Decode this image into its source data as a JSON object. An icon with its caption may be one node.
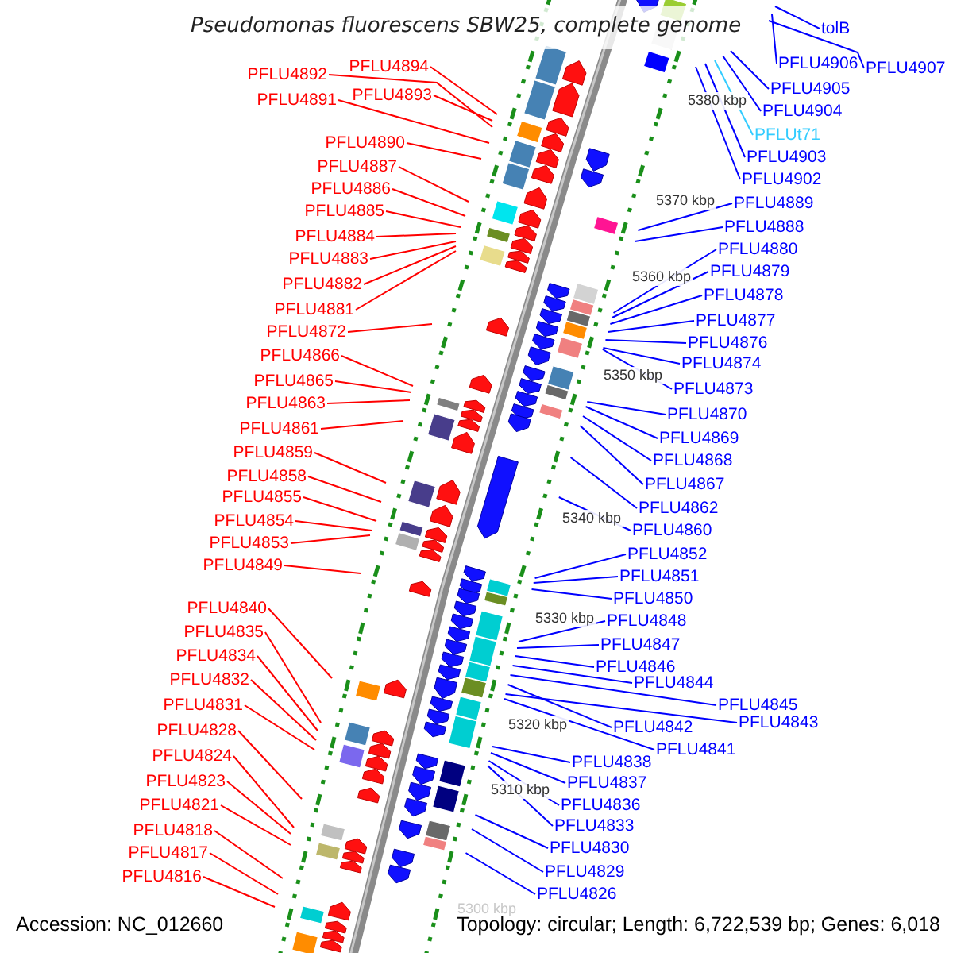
{
  "diagram": {
    "title": "Pseudomonas fluorescens SBW25, complete genome",
    "nodes": [
      {
        "text": [
          "PFLU4892"
        ]
      },
      {
        "text": [
          "PFLU4894"
        ]
      },
      {
        "text": [
          "PFLU4891"
        ]
      },
      {
        "text": [
          "PFLU4893"
        ]
      },
      {
        "text": [
          "PFLU4890"
        ]
      },
      {
        "text": [
          "PFLU4887"
        ]
      },
      {
        "text": [
          "PFLU4886"
        ]
      },
      {
        "text": [
          "PFLU4885"
        ]
      },
      {
        "text": [
          "PFLU4884"
        ]
      },
      {
        "text": [
          "PFLU4883"
        ]
      },
      {
        "text": [
          "PFLU4882"
        ]
      },
      {
        "text": [
          "PFLU4881"
        ]
      },
      {
        "text": [
          "PFLU4872"
        ]
      },
      {
        "text": [
          "PFLU4866"
        ]
      },
      {
        "text": [
          "PFLU4865"
        ]
      },
      {
        "text": [
          "PFLU4863"
        ]
      },
      {
        "text": [
          "PFLU4861"
        ]
      },
      {
        "text": [
          "PFLU4859"
        ]
      },
      {
        "text": [
          "PFLU4858"
        ]
      },
      {
        "text": [
          "PFLU4855"
        ]
      },
      {
        "text": [
          "PFLU4854"
        ]
      },
      {
        "text": [
          "PFLU4853"
        ]
      },
      {
        "text": [
          "PFLU4849"
        ]
      },
      {
        "text": [
          "PFLU4840"
        ]
      },
      {
        "text": [
          "PFLU4835"
        ]
      },
      {
        "text": [
          "PFLU4834"
        ]
      },
      {
        "text": [
          "PFLU4832"
        ]
      },
      {
        "text": [
          "PFLU4831"
        ]
      },
      {
        "text": [
          "PFLU4828"
        ]
      },
      {
        "text": [
          "PFLU4824"
        ]
      },
      {
        "text": [
          "PFLU4823"
        ]
      },
      {
        "text": [
          "PFLU4821"
        ]
      },
      {
        "text": [
          "PFLU4818"
        ]
      },
      {
        "text": [
          "PFLU4817"
        ]
      },
      {
        "text": [
          "PFLU4816"
        ]
      },
      {
        "text": [
          "tolB"
        ]
      },
      {
        "text": [
          "PFLU4906"
        ]
      },
      {
        "text": [
          "PFLU4907"
        ]
      },
      {
        "text": [
          "PFLU4905"
        ]
      },
      {
        "text": [
          "PFLU4904"
        ]
      },
      {
        "text": [
          "PFLUt71"
        ]
      },
      {
        "text": [
          "PFLU4903"
        ]
      },
      {
        "text": [
          "PFLU4902"
        ]
      },
      {
        "text": [
          "PFLU4889"
        ]
      },
      {
        "text": [
          "PFLU4888"
        ]
      },
      {
        "text": [
          "PFLU4880"
        ]
      },
      {
        "text": [
          "PFLU4879"
        ]
      },
      {
        "text": [
          "PFLU4878"
        ]
      },
      {
        "text": [
          "PFLU4877"
        ]
      },
      {
        "text": [
          "PFLU4876"
        ]
      },
      {
        "text": [
          "PFLU4874"
        ]
      },
      {
        "text": [
          "PFLU4873"
        ]
      },
      {
        "text": [
          "PFLU4870"
        ]
      },
      {
        "text": [
          "PFLU4869"
        ]
      },
      {
        "text": [
          "PFLU4868"
        ]
      },
      {
        "text": [
          "PFLU4867"
        ]
      },
      {
        "text": [
          "PFLU4862"
        ]
      },
      {
        "text": [
          "PFLU4860"
        ]
      },
      {
        "text": [
          "PFLU4852"
        ]
      },
      {
        "text": [
          "PFLU4851"
        ]
      },
      {
        "text": [
          "PFLU4850"
        ]
      },
      {
        "text": [
          "PFLU4848"
        ]
      },
      {
        "text": [
          "PFLU4847"
        ]
      },
      {
        "text": [
          "PFLU4846"
        ]
      },
      {
        "text": [
          "PFLU4844"
        ]
      },
      {
        "text": [
          "PFLU4845"
        ]
      },
      {
        "text": [
          "PFLU4842"
        ]
      },
      {
        "text": [
          "PFLU4843"
        ]
      },
      {
        "text": [
          "PFLU4838"
        ]
      },
      {
        "text": [
          "PFLU4841"
        ]
      },
      {
        "text": [
          "PFLU4837"
        ]
      },
      {
        "text": [
          "PFLU4836"
        ]
      },
      {
        "text": [
          "PFLU4833"
        ]
      },
      {
        "text": [
          "PFLU4830"
        ]
      },
      {
        "text": [
          "PFLU4829"
        ]
      },
      {
        "text": [
          "PFLU4826"
        ]
      }
    ],
    "edges": [
      {
        "from": 0,
        "to": null,
        "arrow": "none",
        "color": "#ff0000"
      },
      {
        "from": 1,
        "to": null,
        "arrow": "none",
        "color": "#ff0000"
      },
      {
        "from": 2,
        "to": null,
        "arrow": "none",
        "color": "#ff0000"
      },
      {
        "from": 3,
        "to": null,
        "arrow": "none",
        "color": "#ff0000"
      },
      {
        "from": 4,
        "to": null,
        "arrow": "none",
        "color": "#ff0000"
      },
      {
        "from": 5,
        "to": null,
        "arrow": "none",
        "color": "#ff0000"
      },
      {
        "from": 6,
        "to": null,
        "arrow": "none",
        "color": "#ff0000"
      },
      {
        "from": 7,
        "to": null,
        "arrow": "none",
        "color": "#ff0000"
      },
      {
        "from": 8,
        "to": null,
        "arrow": "none",
        "color": "#ff0000"
      },
      {
        "from": 9,
        "to": null,
        "arrow": "none",
        "color": "#ff0000"
      },
      {
        "from": 10,
        "to": null,
        "arrow": "none",
        "color": "#ff0000"
      },
      {
        "from": 11,
        "to": null,
        "arrow": "none",
        "color": "#ff0000"
      },
      {
        "from": 12,
        "to": null,
        "arrow": "none",
        "color": "#ff0000"
      },
      {
        "from": 13,
        "to": null,
        "arrow": "none",
        "color": "#ff0000"
      },
      {
        "from": 14,
        "to": null,
        "arrow": "none",
        "color": "#ff0000"
      },
      {
        "from": 15,
        "to": null,
        "arrow": "none",
        "color": "#ff0000"
      },
      {
        "from": 16,
        "to": null,
        "arrow": "none",
        "color": "#ff0000"
      },
      {
        "from": 17,
        "to": null,
        "arrow": "none",
        "color": "#ff0000"
      },
      {
        "from": 18,
        "to": null,
        "arrow": "none",
        "color": "#ff0000"
      },
      {
        "from": 19,
        "to": null,
        "arrow": "none",
        "color": "#ff0000"
      },
      {
        "from": 20,
        "to": null,
        "arrow": "none",
        "color": "#ff0000"
      },
      {
        "from": 21,
        "to": null,
        "arrow": "none",
        "color": "#ff0000"
      },
      {
        "from": 22,
        "to": null,
        "arrow": "none",
        "color": "#ff0000"
      },
      {
        "from": 23,
        "to": null,
        "arrow": "none",
        "color": "#ff0000"
      },
      {
        "from": 24,
        "to": null,
        "arrow": "none",
        "color": "#ff0000"
      },
      {
        "from": 25,
        "to": null,
        "arrow": "none",
        "color": "#ff0000"
      },
      {
        "from": 26,
        "to": null,
        "arrow": "none",
        "color": "#ff0000"
      },
      {
        "from": 27,
        "to": null,
        "arrow": "none",
        "color": "#ff0000"
      },
      {
        "from": 28,
        "to": null,
        "arrow": "none",
        "color": "#ff0000"
      },
      {
        "from": 29,
        "to": null,
        "arrow": "none",
        "color": "#ff0000"
      },
      {
        "from": 30,
        "to": null,
        "arrow": "none",
        "color": "#ff0000"
      },
      {
        "from": 31,
        "to": null,
        "arrow": "none",
        "color": "#ff0000"
      },
      {
        "from": 32,
        "to": null,
        "arrow": "none",
        "color": "#ff0000"
      },
      {
        "from": 33,
        "to": null,
        "arrow": "none",
        "color": "#ff0000"
      },
      {
        "from": 34,
        "to": null,
        "arrow": "none",
        "color": "#ff0000"
      },
      {
        "from": 35,
        "to": null,
        "arrow": "none"
      },
      {
        "from": 36,
        "to": null,
        "arrow": "none"
      },
      {
        "from": 37,
        "to": null,
        "arrow": "none"
      },
      {
        "from": 38,
        "to": null,
        "arrow": "none"
      },
      {
        "from": 39,
        "to": null,
        "arrow": "none"
      },
      {
        "from": 40,
        "to": null,
        "arrow": "none",
        "color": "#33ccff"
      },
      {
        "from": 41,
        "to": null,
        "arrow": "none"
      },
      {
        "from": 42,
        "to": null,
        "arrow": "none"
      },
      {
        "from": 43,
        "to": null,
        "arrow": "none"
      },
      {
        "from": 44,
        "to": null,
        "arrow": "none"
      },
      {
        "from": 45,
        "to": null,
        "arrow": "none"
      },
      {
        "from": 46,
        "to": null,
        "arrow": "none"
      },
      {
        "from": 47,
        "to": null,
        "arrow": "none"
      },
      {
        "from": 48,
        "to": null,
        "arrow": "none"
      },
      {
        "from": 49,
        "to": null,
        "arrow": "none"
      },
      {
        "from": 50,
        "to": null,
        "arrow": "none"
      },
      {
        "from": 51,
        "to": null,
        "arrow": "none"
      },
      {
        "from": 52,
        "to": null,
        "arrow": "none"
      },
      {
        "from": 53,
        "to": null,
        "arrow": "none"
      },
      {
        "from": 54,
        "to": null,
        "arrow": "none"
      },
      {
        "from": 55,
        "to": null,
        "arrow": "none"
      },
      {
        "from": 56,
        "to": null,
        "arrow": "none"
      },
      {
        "from": 57,
        "to": null,
        "arrow": "none"
      },
      {
        "from": 58,
        "to": null,
        "arrow": "none"
      },
      {
        "from": 59,
        "to": null,
        "arrow": "none"
      },
      {
        "from": 60,
        "to": null,
        "arrow": "none"
      },
      {
        "from": 61,
        "to": null,
        "arrow": "none"
      },
      {
        "from": 62,
        "to": null,
        "arrow": "none"
      },
      {
        "from": 63,
        "to": null,
        "arrow": "none"
      },
      {
        "from": 64,
        "to": null,
        "arrow": "none"
      },
      {
        "from": 65,
        "to": null,
        "arrow": "none"
      },
      {
        "from": 66,
        "to": null,
        "arrow": "none"
      },
      {
        "from": 67,
        "to": null,
        "arrow": "none"
      },
      {
        "from": 68,
        "to": null,
        "arrow": "none"
      },
      {
        "from": 69,
        "to": null,
        "arrow": "none"
      },
      {
        "from": 70,
        "to": null,
        "arrow": "none"
      },
      {
        "from": 71,
        "to": null,
        "arrow": "none"
      },
      {
        "from": 72,
        "to": null,
        "arrow": "none"
      },
      {
        "from": 73,
        "to": null,
        "arrow": "none"
      },
      {
        "from": 74,
        "to": null,
        "arrow": "none"
      },
      {
        "from": 75,
        "to": null,
        "arrow": "none"
      }
    ],
    "labels": [
      "5380 kbp",
      "5370 kbp",
      "5360 kbp",
      "5350 kbp",
      "5340 kbp",
      "5330 kbp",
      "5320 kbp",
      "5310 kbp",
      "5300 kbp",
      "Accession: NC_012660",
      "Topology: circular; Length: 6,722,539 bp; Genes: 6,018"
    ]
  }
}
